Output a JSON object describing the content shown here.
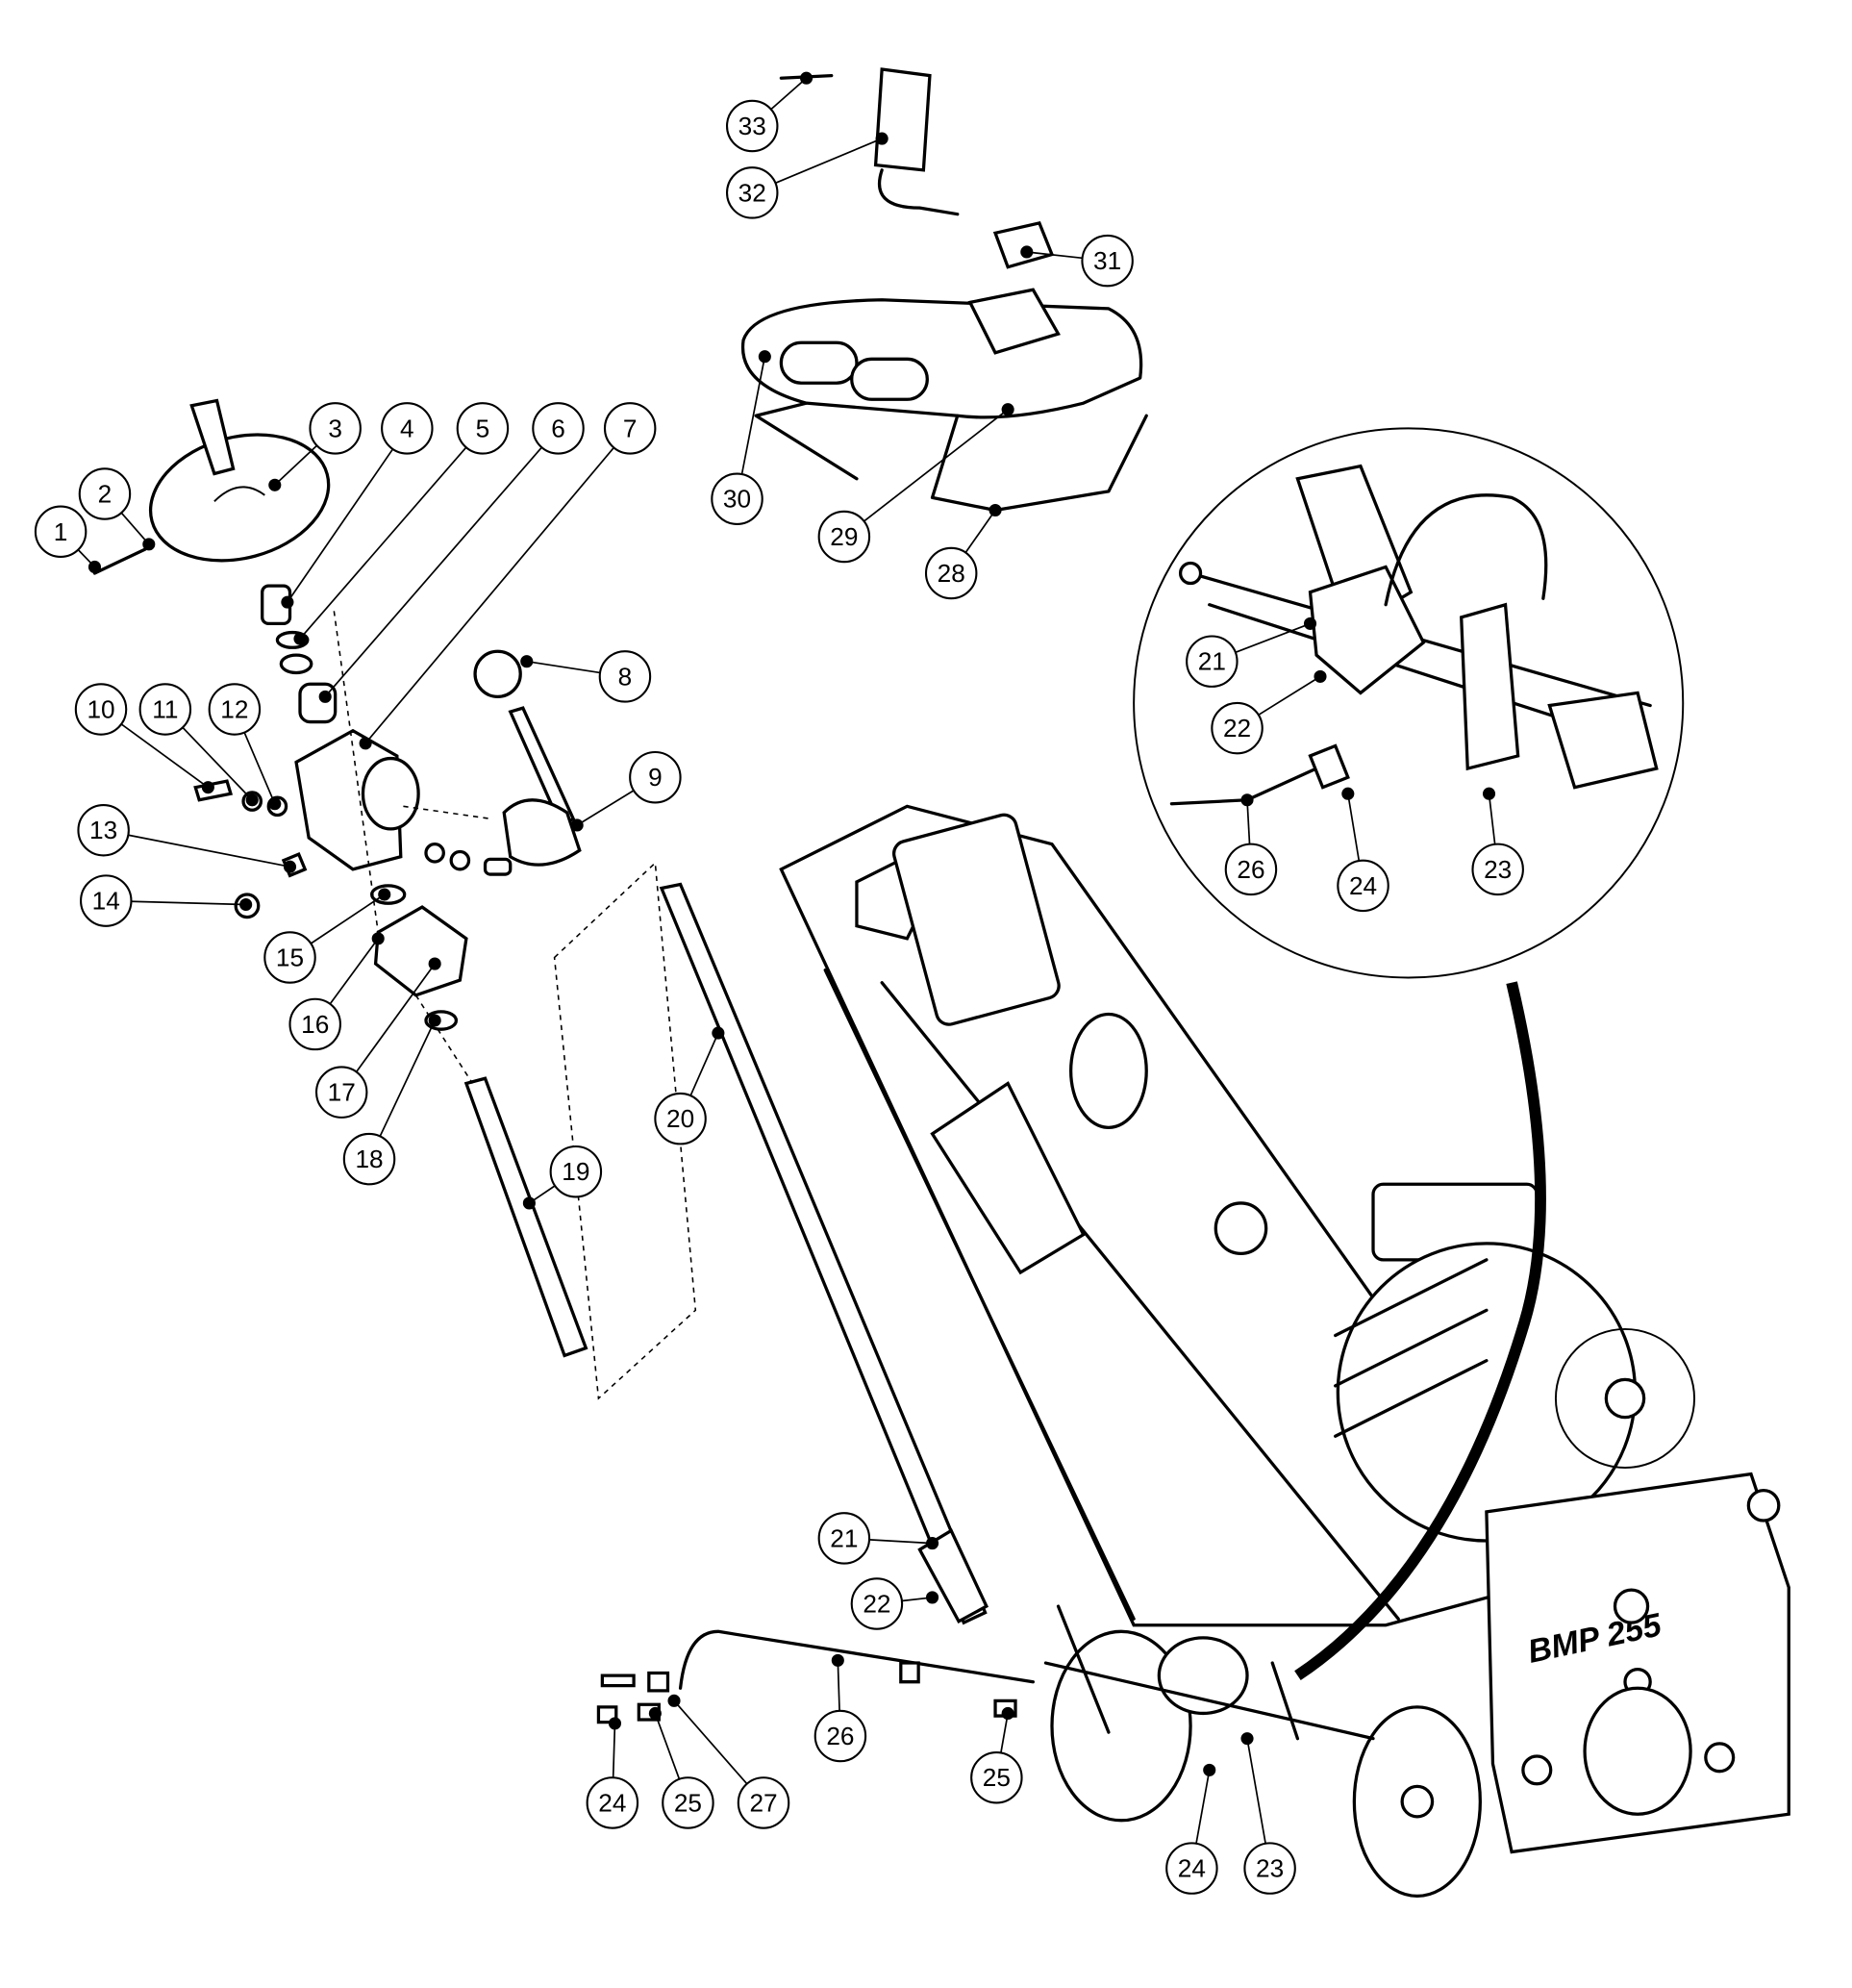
{
  "figure": {
    "type": "exploded-parts-diagram",
    "logo_text": "BMP 255",
    "callouts": [
      "1",
      "2",
      "3",
      "4",
      "5",
      "6",
      "7",
      "8",
      "9",
      "10",
      "11",
      "12",
      "13",
      "14",
      "15",
      "16",
      "17",
      "18",
      "19",
      "20",
      "21",
      "22",
      "23",
      "24",
      "25",
      "26",
      "27",
      "24",
      "25",
      "28",
      "29",
      "30",
      "31",
      "32",
      "33"
    ],
    "detail_callouts": [
      "21",
      "22",
      "26",
      "24",
      "23"
    ]
  },
  "colors": {
    "line": "#000000",
    "background": "#ffffff"
  }
}
